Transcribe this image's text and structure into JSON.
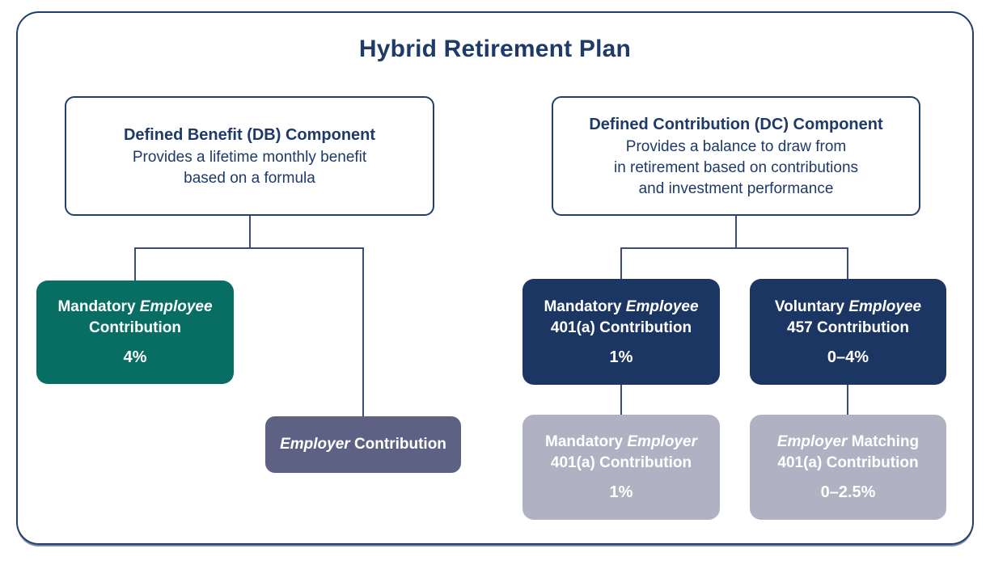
{
  "title": "Hybrid Retirement Plan",
  "db_component": {
    "heading": "Defined Benefit (DB) Component",
    "desc_line1": "Provides a lifetime monthly benefit",
    "desc_line2": "based on a formula"
  },
  "dc_component": {
    "heading": "Defined Contribution (DC) Component",
    "desc_line1": "Provides a balance to draw from",
    "desc_line2": "in retirement based on contributions",
    "desc_line3": "and investment performance"
  },
  "contribution_boxes": {
    "db_mandatory_employee": {
      "line1_pre": "Mandatory ",
      "line1_italic": "Employee",
      "line1_post": "",
      "line2": "Contribution",
      "value": "4%"
    },
    "db_employer": {
      "line1_pre": "",
      "line1_italic": "Employer",
      "line1_post": " Contribution"
    },
    "dc_mandatory_employee_401a": {
      "line1_pre": "Mandatory ",
      "line1_italic": "Employee",
      "line1_post": "",
      "line2": "401(a) Contribution",
      "value": "1%"
    },
    "dc_voluntary_employee_457": {
      "line1_pre": "Voluntary ",
      "line1_italic": "Employee",
      "line1_post": "",
      "line2": "457 Contribution",
      "value": "0–4%"
    },
    "dc_mandatory_employer_401a": {
      "line1_pre": "Mandatory ",
      "line1_italic": "Employer",
      "line1_post": "",
      "line2": "401(a) Contribution",
      "value": "1%"
    },
    "dc_employer_matching_401a": {
      "line1_pre": "",
      "line1_italic": "Employer",
      "line1_post": " Matching",
      "line2": "401(a) Contribution",
      "value": "0–2.5%"
    }
  },
  "colors": {
    "title_navy": "#1e3a68",
    "box_border_navy": "#223e6b",
    "teal": "#086e63",
    "dark_navy_box": "#1b3663",
    "slate": "#5d6284",
    "light_gray": "#b0b1c3",
    "connector": "#3a4e74",
    "box_text_white": "#ffffff"
  }
}
